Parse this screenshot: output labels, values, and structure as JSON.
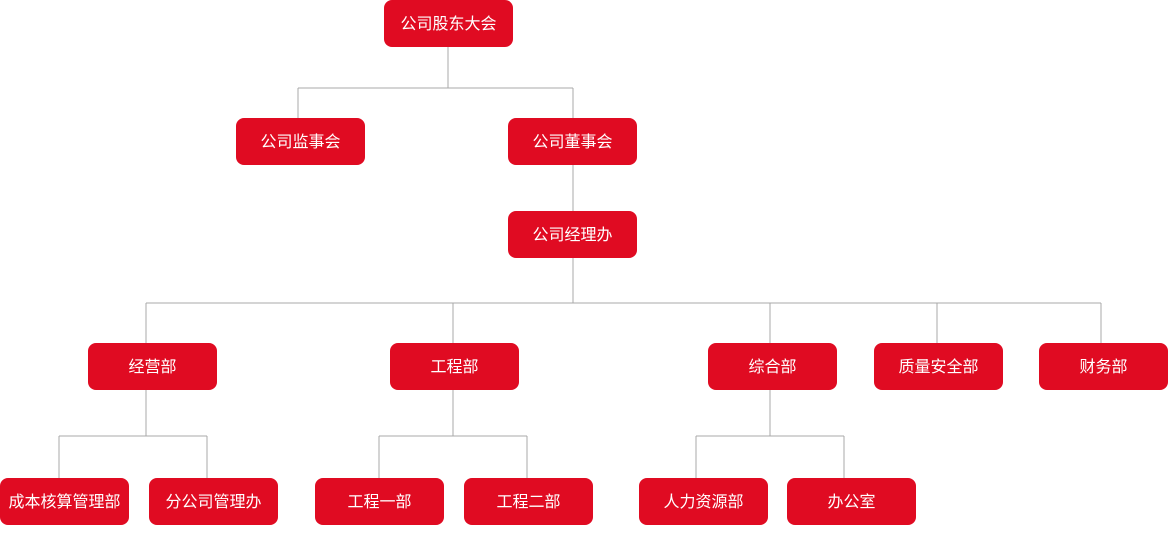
{
  "org_chart": {
    "nodes": {
      "shareholders": "公司股东大会",
      "supervisory_board": "公司监事会",
      "board_of_directors": "公司董事会",
      "manager_office": "公司经理办",
      "operations_dept": "经营部",
      "engineering_dept": "工程部",
      "general_affairs_dept": "综合部",
      "quality_safety_dept": "质量安全部",
      "finance_dept": "财务部",
      "cost_accounting_mgmt": "成本核算管理部",
      "branch_mgmt_office": "分公司管理办",
      "engineering_dept_1": "工程一部",
      "engineering_dept_2": "工程二部",
      "hr_dept": "人力资源部",
      "office": "办公室"
    }
  },
  "colors": {
    "node_fill": "#e00b22",
    "node_text": "#ffffff",
    "connector": "#a9a9a9",
    "background": "#ffffff"
  }
}
